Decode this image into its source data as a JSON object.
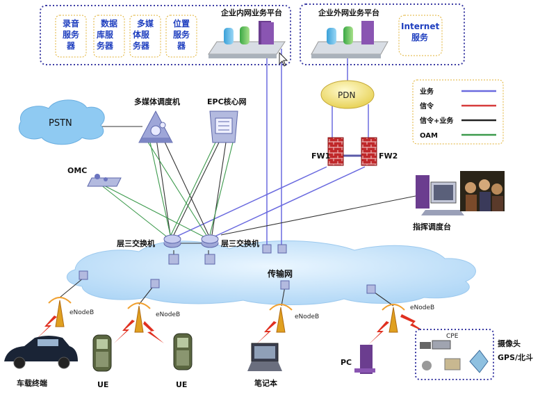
{
  "internal_platform": {
    "title": "企业内网业务平台",
    "servers": [
      {
        "lines": [
          "录音",
          "服务",
          "器"
        ]
      },
      {
        "lines": [
          "数据",
          "库服",
          "务器"
        ]
      },
      {
        "lines": [
          "多媒",
          "体服",
          "务器"
        ]
      },
      {
        "lines": [
          "位置",
          "服务",
          "器"
        ]
      }
    ]
  },
  "external_platform": {
    "title": "企业外网业务平台",
    "internet": [
      "Internet",
      "服务"
    ]
  },
  "nodes": {
    "pstn": "PSTN",
    "media_dispatcher": "多媒体调度机",
    "epc_core": "EPC核心网",
    "pdn": "PDN",
    "fw1": "FW1",
    "fw2": "FW2",
    "omc": "OMC",
    "command_console": "指挥调度台",
    "l3_switch_left": "层三交换机",
    "l3_switch_right": "层三交换机",
    "transport_network": "传输网"
  },
  "legend": {
    "items": [
      {
        "label": "业务",
        "color": "#6a6adf"
      },
      {
        "label": "信令",
        "color": "#d63a3a"
      },
      {
        "label": "信令+业务",
        "color": "#222222"
      },
      {
        "label": "OAM",
        "color": "#3c9a4c"
      }
    ]
  },
  "enodeb_labels": [
    "eNodeB",
    "eNodeB",
    "eNodeB",
    "eNodeB"
  ],
  "terminals": {
    "vehicle": "车载终端",
    "ue1": "UE",
    "ue2": "UE",
    "laptop": "笔记本",
    "pc": "PC",
    "cpe": "CPE",
    "camera": "摄像头",
    "gps": "GPS/北斗"
  }
}
